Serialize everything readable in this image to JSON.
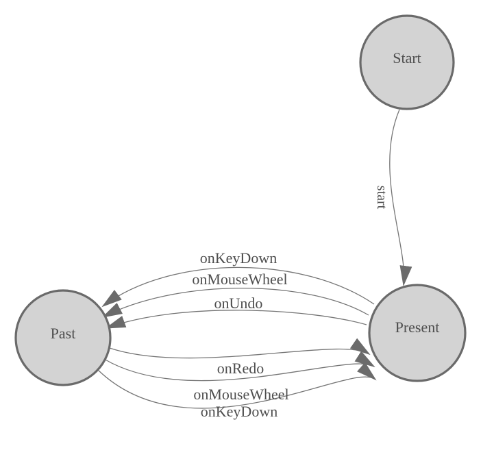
{
  "diagram": {
    "type": "state-machine",
    "colors": {
      "background": "#ffffff",
      "node_fill": "#d3d3d3",
      "node_stroke": "#6a6a6a",
      "edge_stroke": "#757575",
      "arrow_fill": "#6b6b6b",
      "label_color": "#4d4d4d"
    },
    "nodes": [
      {
        "id": "start",
        "label": "Start"
      },
      {
        "id": "past",
        "label": "Past"
      },
      {
        "id": "present",
        "label": "Present"
      }
    ],
    "edges": [
      {
        "from": "start",
        "to": "present",
        "label": "start"
      },
      {
        "from": "present",
        "to": "past",
        "label": "onKeyDown"
      },
      {
        "from": "present",
        "to": "past",
        "label": "onMouseWheel"
      },
      {
        "from": "present",
        "to": "past",
        "label": "onUndo"
      },
      {
        "from": "past",
        "to": "present",
        "label": "onRedo"
      },
      {
        "from": "past",
        "to": "present",
        "label": "onMouseWheel"
      },
      {
        "from": "past",
        "to": "present",
        "label": "onKeyDown"
      }
    ]
  }
}
